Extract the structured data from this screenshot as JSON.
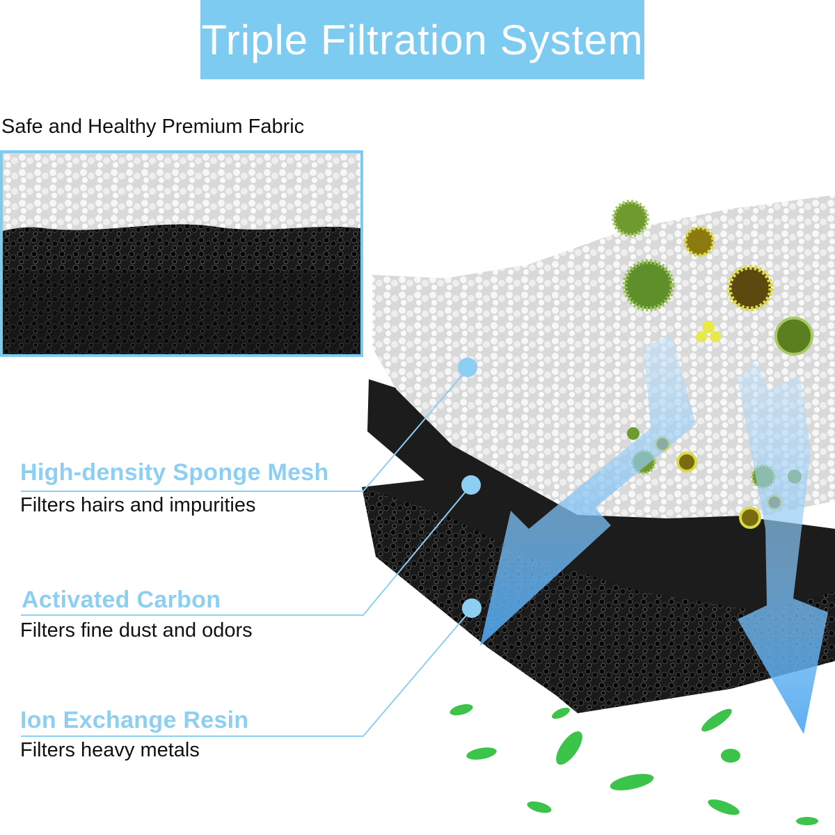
{
  "title": "Triple Filtration System",
  "fabric_label": "Safe and Healthy Premium Fabric",
  "layers": [
    {
      "name": "High-density Sponge Mesh",
      "description": "Filters hairs and impurities"
    },
    {
      "name": "Activated Carbon",
      "description": "Filters fine dust and odors"
    },
    {
      "name": "Ion Exchange Resin",
      "description": "Filters heavy metals"
    }
  ],
  "colors": {
    "accent": "#7ecbf2",
    "callout_text": "#8ccff3",
    "arrow": "#4da6f0",
    "leaf": "#3cc44a",
    "germ": "#7a9a2a"
  },
  "icons": [
    "germ-icon",
    "leaf-icon",
    "flow-arrow-icon",
    "callout-dot-icon"
  ]
}
